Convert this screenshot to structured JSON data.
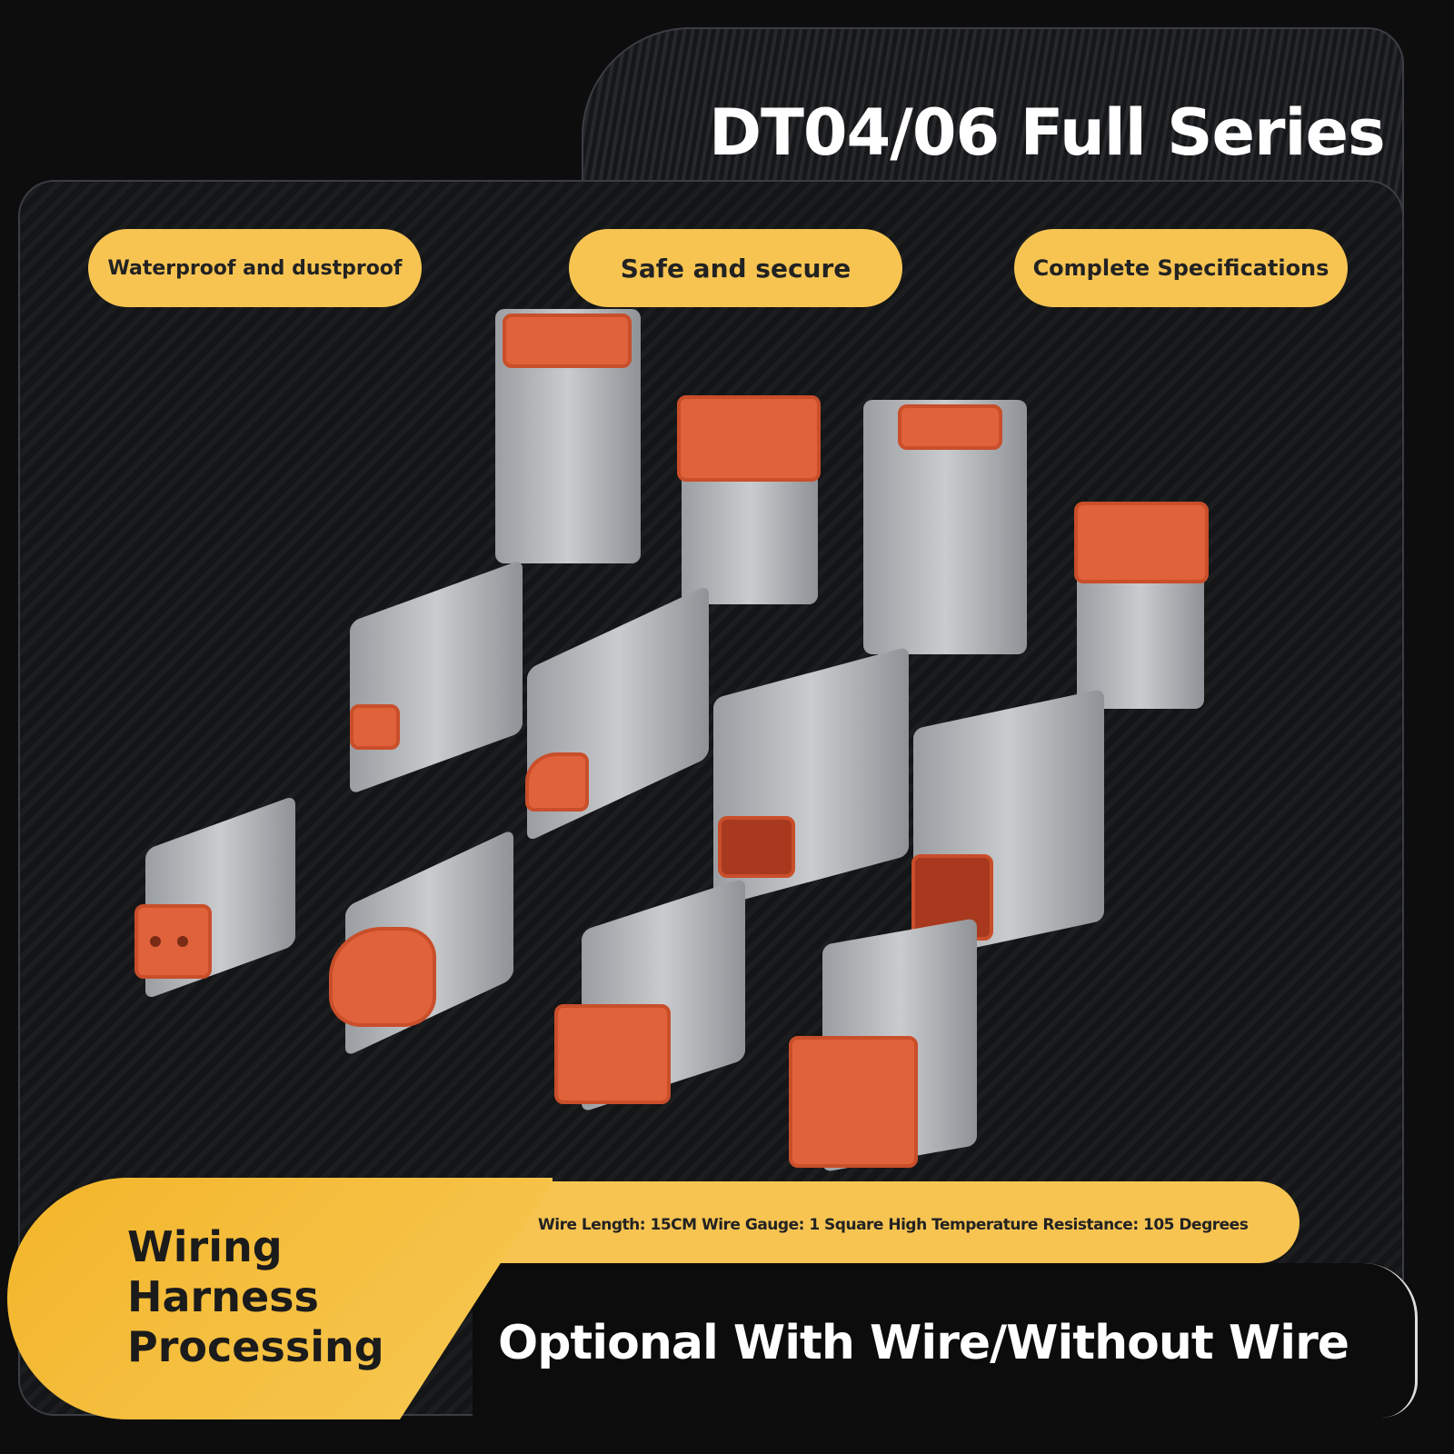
{
  "title": "DT04/06 Full Series",
  "features": [
    "Waterproof and dustproof",
    "Safe and secure",
    "Complete Specifications"
  ],
  "specs": "Wire Length: 15CM Wire Gauge: 1 Square High Temperature Resistance: 105 Degrees",
  "wiring": {
    "line1": "Wiring",
    "line2": "Harness",
    "line3": "Processing"
  },
  "option": "Optional With Wire/Without Wire",
  "colors": {
    "accent": "#f7c452",
    "seal": "#e0623a",
    "housing": "#b8babd"
  }
}
